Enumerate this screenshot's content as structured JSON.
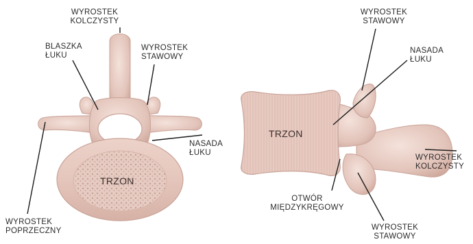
{
  "colors": {
    "bone": "#e3c4bb",
    "bone_light": "#f1dcd5",
    "bone_dark": "#c9a398",
    "leader": "#1a1a1a",
    "text": "#2a2a2a"
  },
  "top_view": {
    "spinous": [
      "WYROSTEK",
      "KOLCZYSTY"
    ],
    "lamina": [
      "BLASZKA",
      "ŁUKU"
    ],
    "articular": [
      "WYROSTEK",
      "STAWOWY"
    ],
    "pedicle": [
      "NASADA",
      "ŁUKU"
    ],
    "transverse": [
      "WYROSTEK",
      "POPRZECZNY"
    ],
    "body": "TRZON"
  },
  "side_view": {
    "articular_top": [
      "WYROSTEK",
      "STAWOWY"
    ],
    "pedicle": [
      "NASADA",
      "ŁUKU"
    ],
    "body": "TRZON",
    "spinous": [
      "WYROSTEK",
      "KOLCZYSTY"
    ],
    "foramen": [
      "OTWÓR",
      "MIĘDZYKRĘGOWY"
    ],
    "articular_bottom": [
      "WYROSTEK",
      "STAWOWY"
    ]
  }
}
